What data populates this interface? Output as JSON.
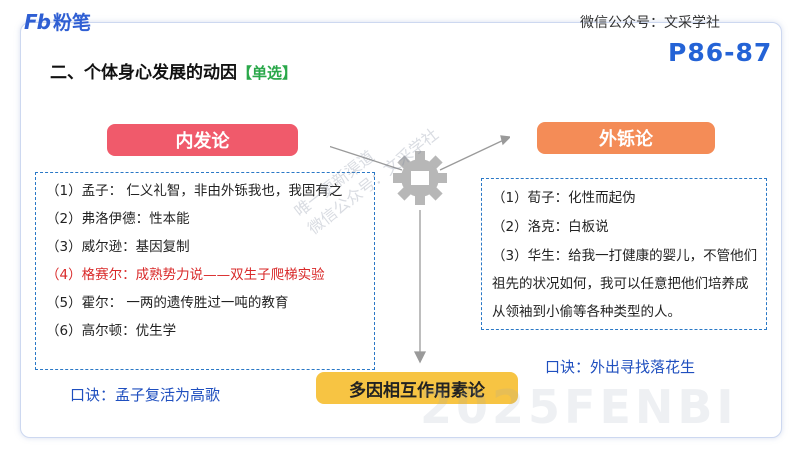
{
  "header": {
    "logo_mark": "Fb",
    "logo_text": "粉笔",
    "wechat": "微信公众号：文采学社",
    "page_ref": "P86-87"
  },
  "title": {
    "main": "二、个体身心发展的动因",
    "tag": "【单选】"
  },
  "inner": {
    "label": "内发论",
    "items": [
      "（1）孟子： 仁义礼智，非由外铄我也，我固有之",
      "（2）弗洛伊德：性本能",
      "（3）威尔逊：基因复制",
      "（4）格赛尔：成熟势力说——双生子爬梯实验",
      "（5）霍尔： 一两的遗传胜过一吨的教育",
      "（6）高尔顿：优生学"
    ],
    "tip": "口诀：孟子复活为高歌"
  },
  "outer": {
    "label": "外铄论",
    "items": [
      "（1）荀子：化性而起伪",
      "（2）洛克：白板说",
      "（3）华生：给我一打健康的婴儿，不管他们祖先的状况如何，我可以任意把他们培养成从领袖到小偷等各种类型的人。"
    ],
    "tip": "口诀：外出寻找落花生"
  },
  "multi": {
    "label": "多因相互作用素论"
  },
  "watermark": {
    "diag_line1": "唯一更新渠道",
    "diag_line2": "微信公众号：文采学社",
    "big": "2025FENBI"
  },
  "colors": {
    "accent_blue": "#2463d6",
    "inner_pill": "#f05a6b",
    "outer_pill": "#f48c57",
    "multi_pill": "#f7c443",
    "highlight_red": "#d92a2a",
    "tag_green": "#2aa84a"
  }
}
